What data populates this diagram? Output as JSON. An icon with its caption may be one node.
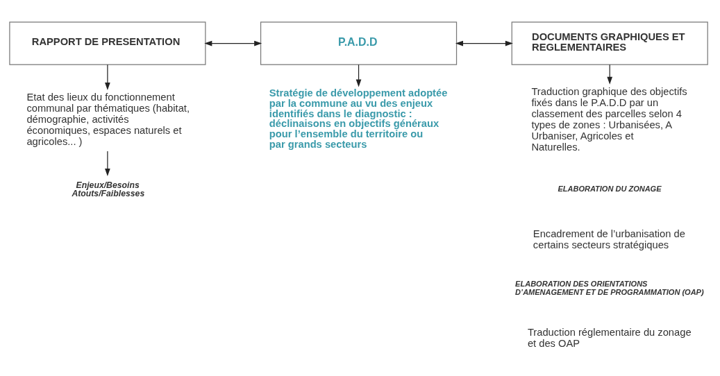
{
  "diagram": {
    "nodes": [
      {
        "text": [
          "RAPPORT DE PRESENTATION"
        ]
      },
      {
        "text": [
          "P.A.D.D"
        ]
      },
      {
        "text": [
          "DOCUMENTS GRAPHIQUES ET REGLEMENTAIRES"
        ]
      },
      {
        "text": [
          "Etat des lieux du fonctionnement communal par thématiques (habitat, démographie, activités économiques, espaces naturels et agricoles... )"
        ]
      },
      {
        "text": [
          "Stratégie de développement adoptée par la commune au vu des enjeux identifiés dans le diagnostic : déclinaisons en objectifs généraux pour l’ensemble du territoire ou par grands secteurs"
        ]
      },
      {
        "text": [
          "Traduction graphique des objectifs fixés dans le P.A.D.D par un classement des parcelles selon 4 types de zones : Urbanisées, A Urbaniser, Agricoles et Naturelles."
        ]
      },
      {
        "text": [
          "Enjeux/Besoins",
          "Atouts/Faiblesses"
        ]
      }
    ],
    "edges": [
      {
        "from": 0,
        "to": 1,
        "arrow": "both"
      },
      {
        "from": 1,
        "to": 2,
        "arrow": "both"
      },
      {
        "from": 0,
        "to": 3,
        "arrow": "to"
      },
      {
        "from": 1,
        "to": 4,
        "arrow": "to"
      },
      {
        "from": 2,
        "to": 5,
        "arrow": "to"
      },
      {
        "from": 3,
        "to": 6,
        "arrow": "to"
      }
    ],
    "labels": [
      "ELABORATION DU ZONAGE",
      "Encadrement de l’urbanisation de certains secteurs stratégiques",
      "ELABORATION DES ORIENTATIONS D’AMENAGEMENT ET DE PROGRAMMATION (OAP)",
      "Traduction réglementaire du zonage et des OAP"
    ]
  }
}
